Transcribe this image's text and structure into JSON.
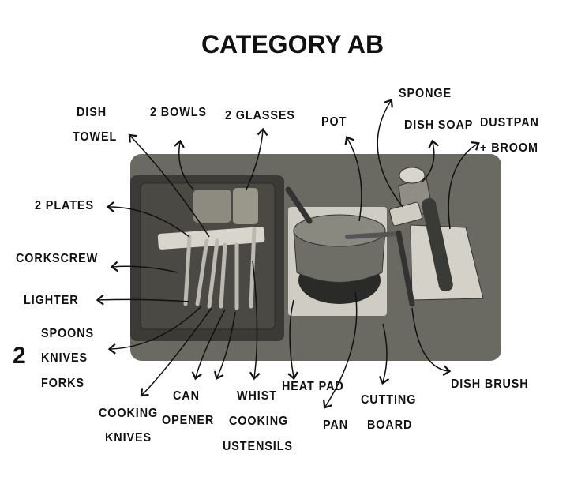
{
  "title": "CATEGORY AB",
  "labels": {
    "dish_towel_1": "DISH",
    "dish_towel_2": "TOWEL",
    "bowls": "2 BOWLS",
    "glasses": "2 GLASSES",
    "pot": "POT",
    "sponge": "SPONGE",
    "dish_soap": "DISH SOAP",
    "dustpan_1": "DUSTPAN",
    "dustpan_2": "+ BROOM",
    "plates": "2 PLATES",
    "corkscrew": "CORKSCREW",
    "lighter": "LIGHTER",
    "cutlery_count": "2",
    "spoons": "SPOONS",
    "knives": "KNIVES",
    "forks": "FORKS",
    "cooking_knives_1": "COOKING",
    "cooking_knives_2": "KNIVES",
    "can_opener_1": "CAN",
    "can_opener_2": "OPENER",
    "utensils_1": "WHIST",
    "utensils_2": "COOKING",
    "utensils_3": "USTENSILS",
    "heat_pad": "HEAT PAD",
    "pan": "PAN",
    "cutting_board_1": "CUTTING",
    "cutting_board_2": "BOARD",
    "dish_brush": "DISH BRUSH"
  },
  "colors": {
    "mat": "#6b6a62",
    "rack": "#3b3a36",
    "stove": "#cfcdc3"
  }
}
